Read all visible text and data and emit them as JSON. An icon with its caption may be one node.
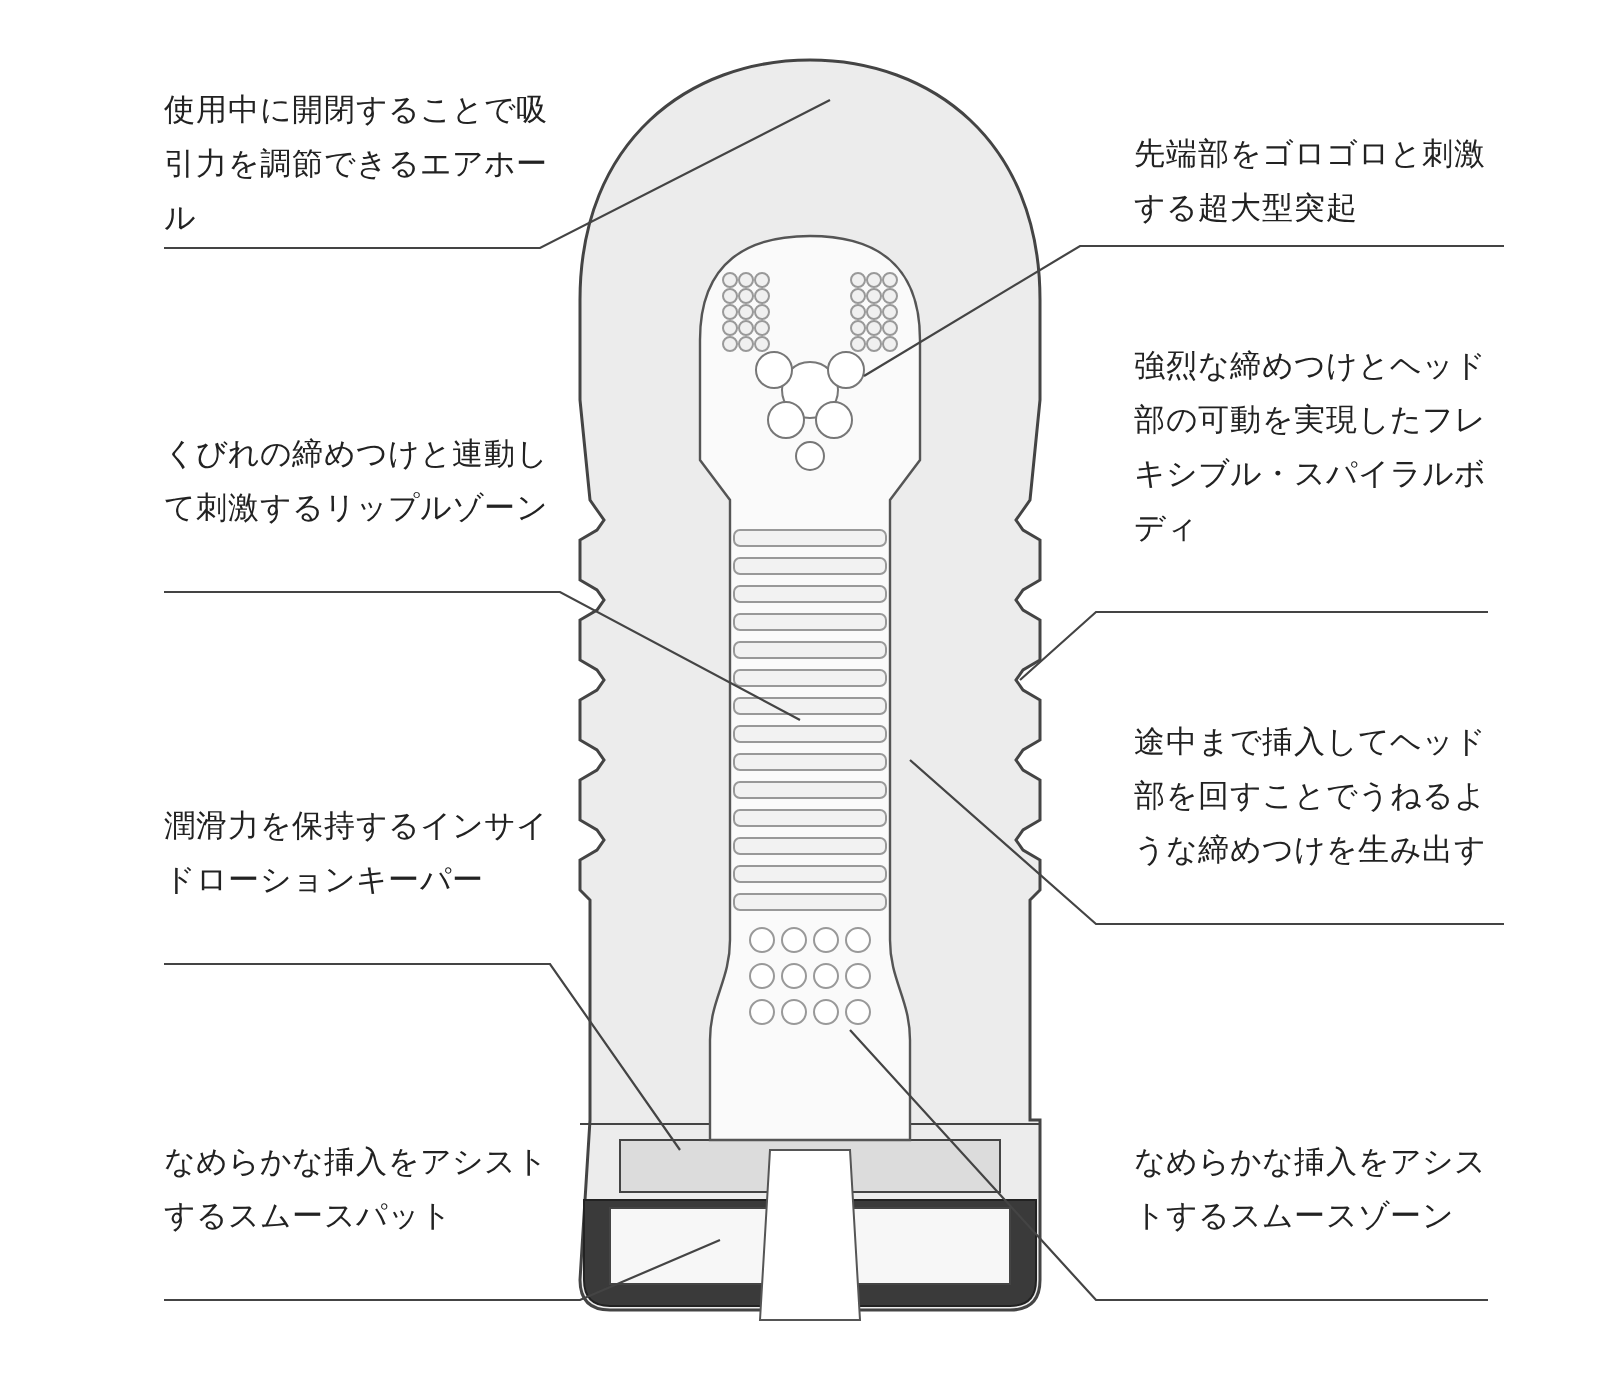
{
  "diagram": {
    "nodes": [
      {
        "text": [
          "使用中に開閉することで吸引力を調節できるエアホール"
        ]
      },
      {
        "text": [
          "先端部をゴロゴロと刺激する超大型突起"
        ]
      },
      {
        "text": [
          "くびれの締めつけと連動して刺激するリップルゾーン"
        ]
      },
      {
        "text": [
          "強烈な締めつけとヘッド部の可動を実現したフレキシブル・スパイラルボディ"
        ]
      },
      {
        "text": [
          "途中まで挿入してヘッド部を回すことでうねるような締めつけを生み出す"
        ]
      },
      {
        "text": [
          "潤滑力を保持するインサイドローションキーパー"
        ]
      },
      {
        "text": [
          "なめらかな挿入をアシストするスムースパット"
        ]
      },
      {
        "text": [
          "なめらかな挿入をアシストするスムースゾーン"
        ]
      }
    ],
    "edges": [
      {
        "from": 0,
        "to": null,
        "arrow": "none"
      },
      {
        "from": 1,
        "to": null,
        "arrow": "none"
      },
      {
        "from": 2,
        "to": null,
        "arrow": "none"
      },
      {
        "from": 3,
        "to": null,
        "arrow": "none"
      },
      {
        "from": 4,
        "to": null,
        "arrow": "none"
      },
      {
        "from": 5,
        "to": null,
        "arrow": "none"
      },
      {
        "from": 6,
        "to": null,
        "arrow": "none"
      },
      {
        "from": 7,
        "to": null,
        "arrow": "none"
      }
    ]
  }
}
